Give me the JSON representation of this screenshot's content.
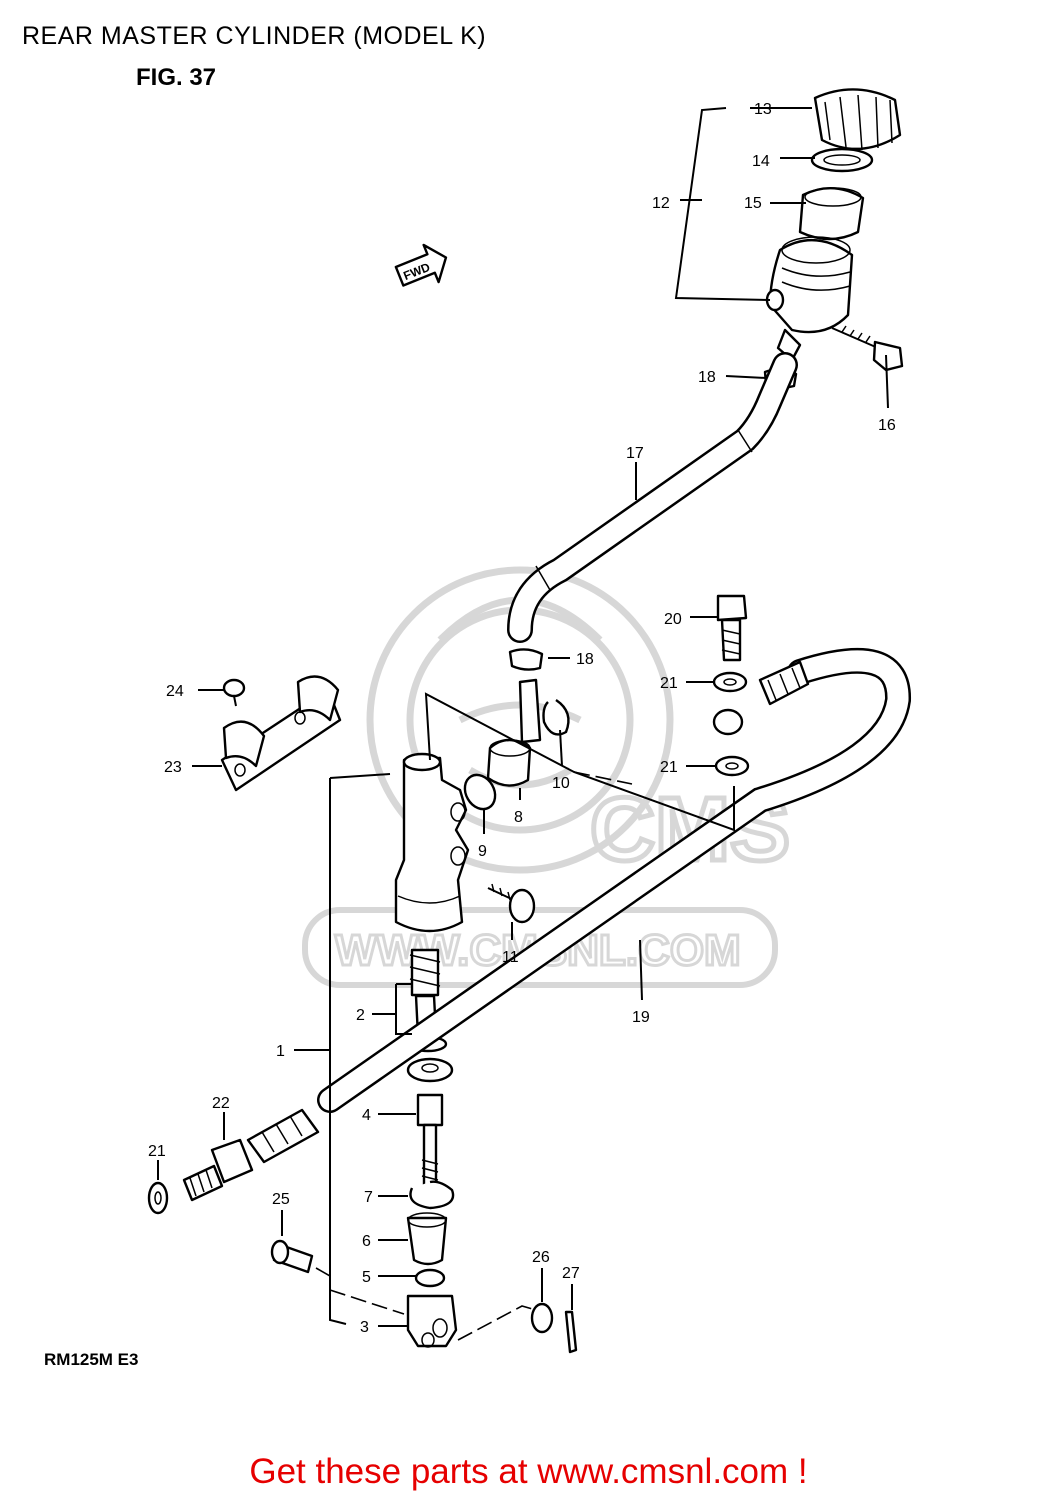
{
  "header": {
    "title": "REAR MASTER CYLINDER (MODEL K)",
    "figure": "FIG. 37",
    "direction_marker": "FWD"
  },
  "footer": {
    "model_code": "RM125M E3",
    "cta_prefix": "Get these parts at ",
    "cta_link": "www.cmsnl.com",
    "cta_suffix": " !"
  },
  "watermark": {
    "text": "WWW.CMSNL.COM",
    "logo": "CMS"
  },
  "callouts": {
    "c1": "1",
    "c2": "2",
    "c3": "3",
    "c4": "4",
    "c5": "5",
    "c6": "6",
    "c7": "7",
    "c8": "8",
    "c9": "9",
    "c10": "10",
    "c11": "11",
    "c12": "12",
    "c13": "13",
    "c14": "14",
    "c15": "15",
    "c16": "16",
    "c17": "17",
    "c18a": "18",
    "c18b": "18",
    "c19": "19",
    "c20": "20",
    "c21a": "21",
    "c21b": "21",
    "c21c": "21",
    "c22": "22",
    "c23": "23",
    "c24": "24",
    "c25": "25",
    "c26": "26",
    "c27": "27"
  },
  "colors": {
    "cta": "#e60000",
    "watermark": "#d7d7d7",
    "line": "#000000"
  }
}
